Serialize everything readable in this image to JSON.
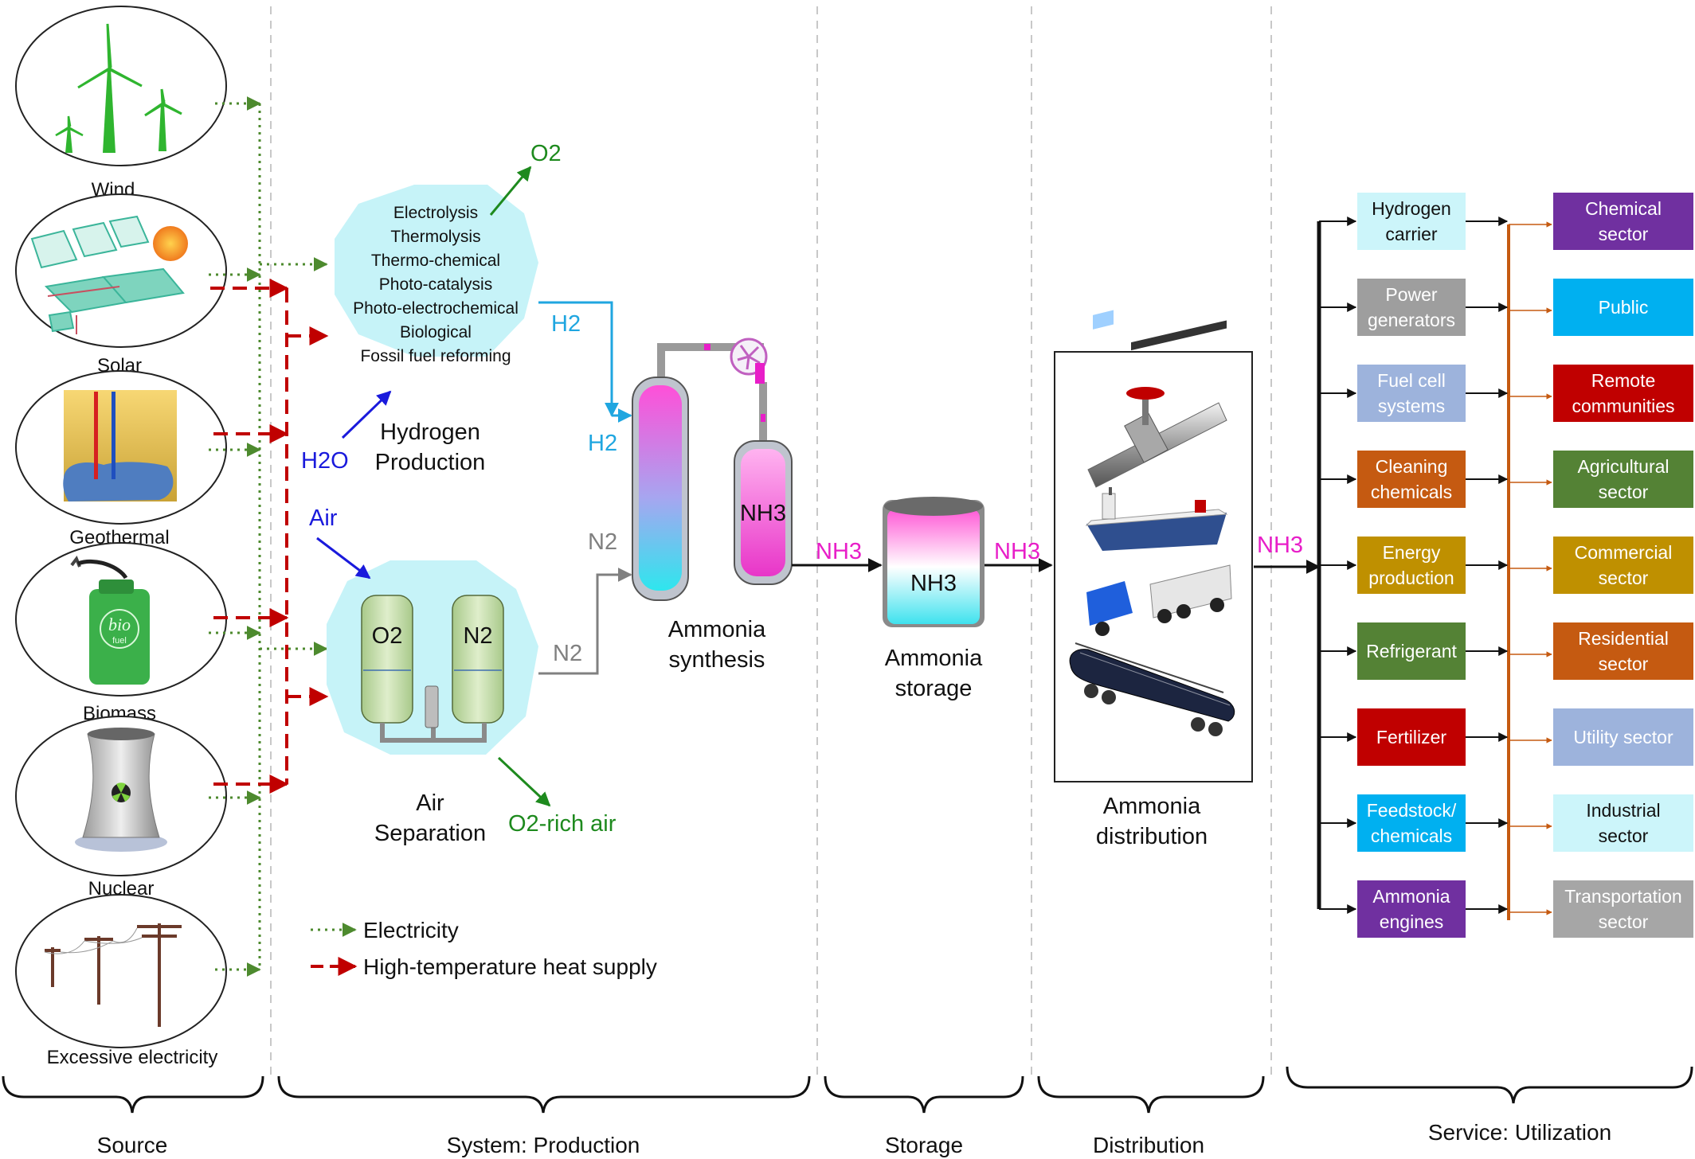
{
  "sources": [
    {
      "id": "wind",
      "label": "Wind"
    },
    {
      "id": "solar",
      "label": "Solar"
    },
    {
      "id": "geothermal",
      "label": "Geothermal"
    },
    {
      "id": "biomass",
      "label": "Biomass"
    },
    {
      "id": "nuclear",
      "label": "Nuclear"
    },
    {
      "id": "excess",
      "label": "Excessive electricity"
    }
  ],
  "biofuel_can_text": {
    "line1": "bio",
    "line2": "fuel"
  },
  "hydrogen_production": {
    "methods": [
      "Electrolysis",
      "Thermolysis",
      "Thermo-chemical",
      "Photo-catalysis",
      "Photo-electrochemical",
      "Biological",
      "Fossil fuel reforming"
    ],
    "title_line1": "Hydrogen",
    "title_line2": "Production",
    "input": "H2O",
    "output_top": "O2",
    "output_right": "H2"
  },
  "air_separation": {
    "title_line1": "Air",
    "title_line2": "Separation",
    "input": "Air",
    "tank_left": "O2",
    "tank_right": "N2",
    "output_bottom": "O2-rich air",
    "output_right": "N2"
  },
  "ammonia_synthesis": {
    "title_line1": "Ammonia",
    "title_line2": "synthesis",
    "in_h2": "H2",
    "in_n2": "N2",
    "vessel_label": "NH3"
  },
  "flows": {
    "nh3_1": "NH3",
    "nh3_2": "NH3",
    "nh3_3": "NH3"
  },
  "storage": {
    "tank_label": "NH3",
    "title_line1": "Ammonia",
    "title_line2": "storage"
  },
  "distribution": {
    "title_line1": "Ammonia",
    "title_line2": "distribution"
  },
  "applications": [
    {
      "lines": [
        "Hydrogen",
        "carrier"
      ],
      "color": "#ccf5fa",
      "text_color": "#111111"
    },
    {
      "lines": [
        "Power",
        "generators"
      ],
      "color": "#9e9e9e",
      "text_color": "#ffffff"
    },
    {
      "lines": [
        "Fuel cell",
        "systems"
      ],
      "color": "#9db3dc",
      "text_color": "#ffffff"
    },
    {
      "lines": [
        "Cleaning",
        "chemicals"
      ],
      "color": "#c55a11",
      "text_color": "#ffffff"
    },
    {
      "lines": [
        "Energy",
        "production"
      ],
      "color": "#bf9000",
      "text_color": "#ffffff"
    },
    {
      "lines": [
        "Refrigerant"
      ],
      "color": "#548235",
      "text_color": "#ffffff"
    },
    {
      "lines": [
        "Fertilizer"
      ],
      "color": "#c00000",
      "text_color": "#ffffff"
    },
    {
      "lines": [
        "Feedstock/",
        "chemicals"
      ],
      "color": "#00b0f0",
      "text_color": "#ffffff"
    },
    {
      "lines": [
        "Ammonia",
        "engines"
      ],
      "color": "#7030a0",
      "text_color": "#ffffff"
    }
  ],
  "sectors": [
    {
      "lines": [
        "Chemical",
        "sector"
      ],
      "color": "#7030a0",
      "text_color": "#ffffff"
    },
    {
      "lines": [
        "Public"
      ],
      "color": "#00b0f0",
      "text_color": "#ffffff"
    },
    {
      "lines": [
        "Remote",
        "communities"
      ],
      "color": "#c00000",
      "text_color": "#ffffff"
    },
    {
      "lines": [
        "Agricultural",
        "sector"
      ],
      "color": "#548235",
      "text_color": "#ffffff"
    },
    {
      "lines": [
        "Commercial",
        "sector"
      ],
      "color": "#bf9000",
      "text_color": "#ffffff"
    },
    {
      "lines": [
        "Residential",
        "sector"
      ],
      "color": "#c55a11",
      "text_color": "#ffffff"
    },
    {
      "lines": [
        "Utility sector"
      ],
      "color": "#9db3dc",
      "text_color": "#ffffff"
    },
    {
      "lines": [
        "Industrial",
        "sector"
      ],
      "color": "#ccf5fa",
      "text_color": "#111111"
    },
    {
      "lines": [
        "Transportation",
        "sector"
      ],
      "color": "#a6a6a6",
      "text_color": "#ffffff"
    }
  ],
  "legend": {
    "electricity": "Electricity",
    "heat": "High-temperature heat supply"
  },
  "stages": {
    "source": "Source",
    "production": "System: Production",
    "storage": "Storage",
    "distribution": "Distribution",
    "utilization": "Service: Utilization"
  },
  "colors": {
    "electricity": "#4d8a2e",
    "heat": "#c00000",
    "h2": "#1fa6e0",
    "nh3": "#e81ec8",
    "o2": "#1e8a1e",
    "h2o": "#1a1adc",
    "gray": "#808080",
    "sector_bus": "#c55a11"
  }
}
